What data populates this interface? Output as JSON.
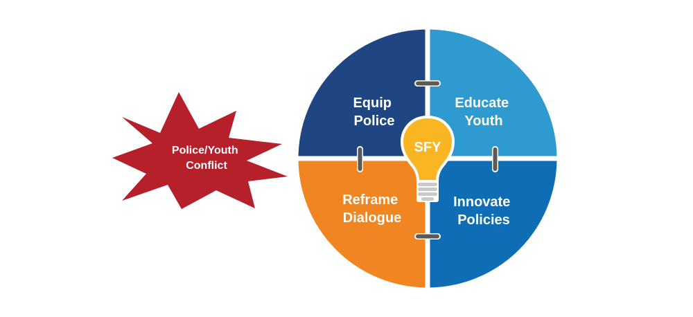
{
  "burst": {
    "line1": "Police/Youth",
    "line2": "Conflict",
    "color": "#B5202A"
  },
  "quadrants": {
    "top_left": {
      "line1": "Equip",
      "line2": "Police",
      "color": "#1F4682"
    },
    "top_right": {
      "line1": "Educate",
      "line2": "Youth",
      "color": "#2E9ACF"
    },
    "bottom_left": {
      "line1": "Reframe",
      "line2": "Dialogue",
      "color": "#F08522"
    },
    "bottom_right": {
      "line1": "Innovate",
      "line2": "Policies",
      "color": "#0E6DB5"
    }
  },
  "bulb": {
    "label": "SFY",
    "color": "#F9B522"
  },
  "connector_color": "#5A5A5A"
}
